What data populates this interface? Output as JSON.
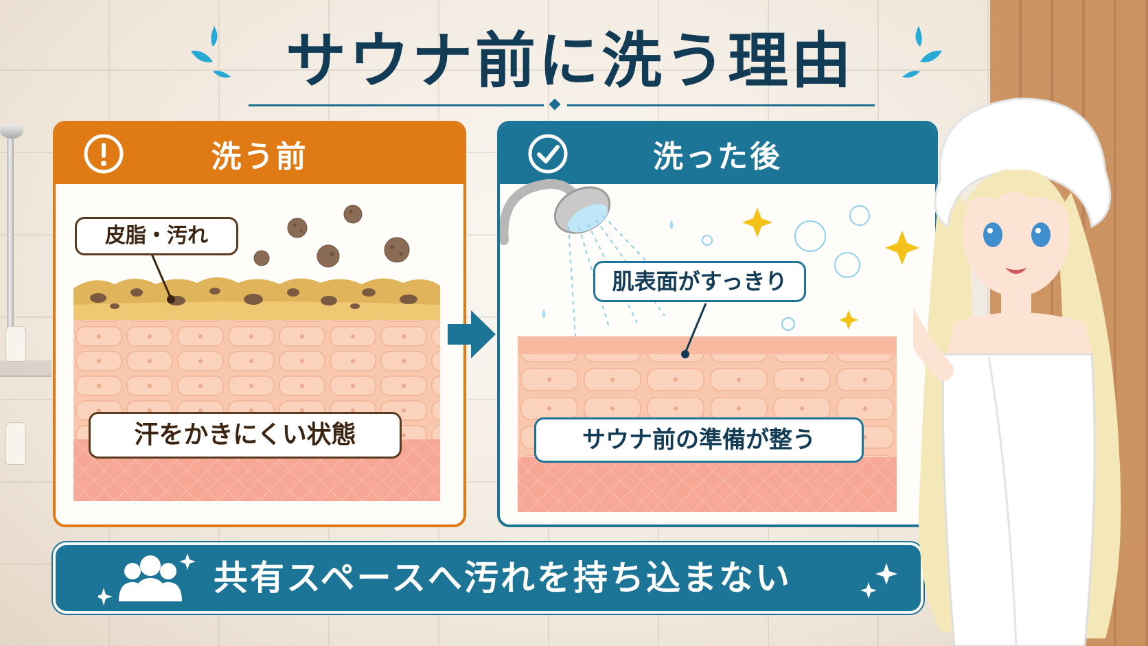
{
  "title": "サウナ前に洗う理由",
  "before": {
    "heading": "洗う前",
    "heading_icon": "exclamation-icon",
    "callout_label": "皮脂・汚れ",
    "status_label": "汗をかきにくい状態"
  },
  "after": {
    "heading": "洗った後",
    "heading_icon": "check-icon",
    "callout_label": "肌表面がすっきり",
    "status_label": "サウナ前の準備が整う"
  },
  "banner": {
    "text": "共有スペースへ汚れを持ち込まない",
    "icon": "people-group-icon"
  },
  "colors": {
    "navy": "#123b56",
    "orange": "#e07a15",
    "teal": "#1c7497",
    "skin": "#f7c3a8",
    "dirt": "#7a5a40"
  }
}
